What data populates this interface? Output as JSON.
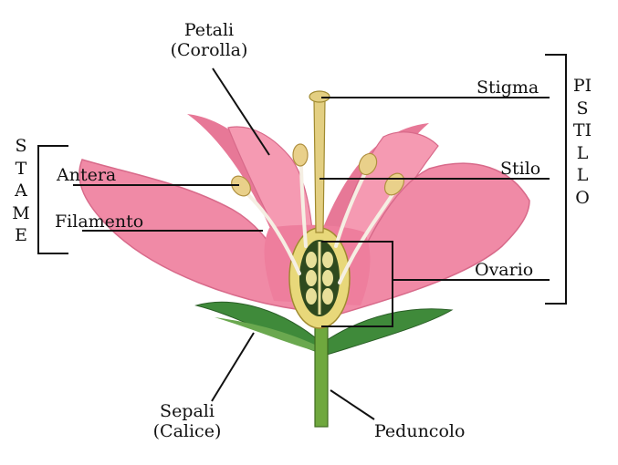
{
  "labels": {
    "petali_line1": "Petali",
    "petali_line2": "(Corolla)",
    "stigma": "Stigma",
    "stilo": "Stilo",
    "ovario": "Ovario",
    "antera": "Antera",
    "filamento": "Filamento",
    "sepali_line1": "Sepali",
    "sepali_line2": "(Calice)",
    "peduncolo": "Peduncolo"
  },
  "groups": {
    "stame": "STAME",
    "pistillo": "PISTILLO"
  },
  "colors": {
    "petal": "#f08aa6",
    "petal_dark": "#d86a8a",
    "sepal": "#3f8a3a",
    "stem": "#6fa83e",
    "ovary": "#e8d87a",
    "ovule": "#2f4a1e",
    "pollen": "#e9d08a"
  }
}
